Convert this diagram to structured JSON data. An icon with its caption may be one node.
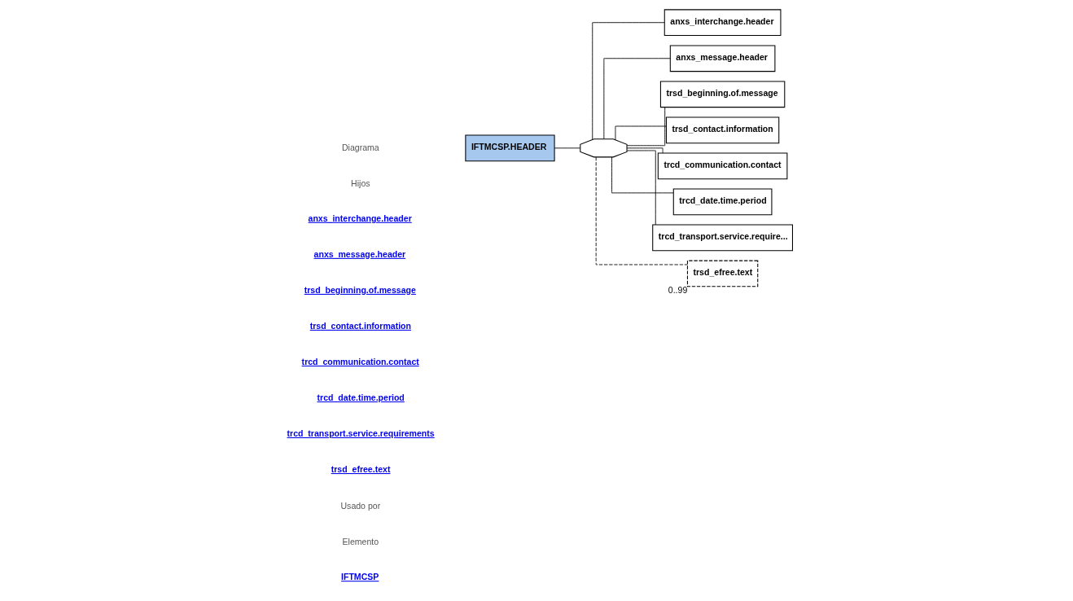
{
  "diagram": {
    "nodes": [
      {
        "text": [
          "IFTMCSP.HEADER"
        ]
      },
      {
        "text": [],
        "shape": "octagon"
      },
      {
        "text": [
          "anxs_interchange.header"
        ]
      },
      {
        "text": [
          "anxs_message.header"
        ]
      },
      {
        "text": [
          "trsd_beginning.of.message"
        ]
      },
      {
        "text": [
          "trsd_contact.information"
        ]
      },
      {
        "text": [
          "trcd_communication.contact"
        ]
      },
      {
        "text": [
          "trcd_date.time.period"
        ]
      },
      {
        "text": [
          "trcd_transport.service.require..."
        ]
      },
      {
        "text": [
          "trsd_efree.text"
        ],
        "beside": [
          "0..99"
        ]
      }
    ],
    "edges": [
      {
        "from": 0,
        "to": 1,
        "arrow": "none"
      },
      {
        "from": 1,
        "to": 2,
        "arrow": "none"
      },
      {
        "from": 1,
        "to": 3,
        "arrow": "none"
      },
      {
        "from": 1,
        "to": 4,
        "arrow": "none"
      },
      {
        "from": 1,
        "to": 5,
        "arrow": "none"
      },
      {
        "from": 1,
        "to": 6,
        "arrow": "none"
      },
      {
        "from": 1,
        "to": 7,
        "arrow": "none"
      },
      {
        "from": 1,
        "to": 8,
        "arrow": "none"
      },
      {
        "from": 1,
        "to": 9,
        "arrow": "none",
        "style": "dashed"
      }
    ],
    "labels": [
      "Diagrama",
      "Hijos",
      "anxs_interchange.header",
      "anxs_message.header",
      "trsd_beginning.of.message",
      "trsd_contact.information",
      "trcd_communication.contact",
      "trcd_date.time.period",
      "trcd_transport.service.requirements",
      "trsd_efree.text",
      "Usado por",
      "Elemento",
      "IFTMCSP"
    ]
  }
}
